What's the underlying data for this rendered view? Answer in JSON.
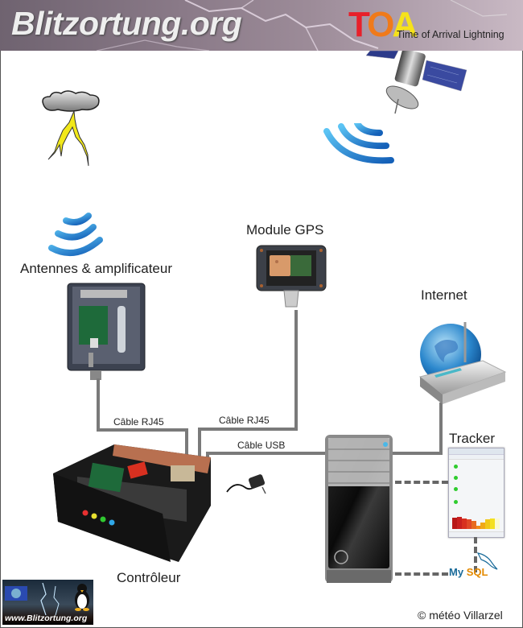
{
  "header": {
    "site_title": "Blitzortung.org",
    "logo_letters": [
      "T",
      "O",
      "A"
    ],
    "logo_subtitle": "Time of Arrival Lightning"
  },
  "nodes": {
    "antenna": {
      "label": "Antennes & amplificateur"
    },
    "gps": {
      "label": "Module GPS"
    },
    "internet": {
      "label": "Internet"
    },
    "tracker": {
      "label": "Tracker"
    },
    "controller": {
      "label": "Contrôleur"
    },
    "database": {
      "label": "MySQL"
    }
  },
  "cables": {
    "antenna_cable": "Câble RJ45",
    "gps_cable": "Câble RJ45",
    "usb_cable": "Câble USB"
  },
  "footer": {
    "badge_text": "www.Blitzortung.org",
    "copyright": "© météo Villarzel"
  },
  "colors": {
    "wave_blue": "#1e8fe0",
    "lightning_yellow": "#f2e81a",
    "cable_gray": "#7a7a7a",
    "mysql_blue": "#1a6b9a",
    "mysql_orange": "#e48a00"
  }
}
